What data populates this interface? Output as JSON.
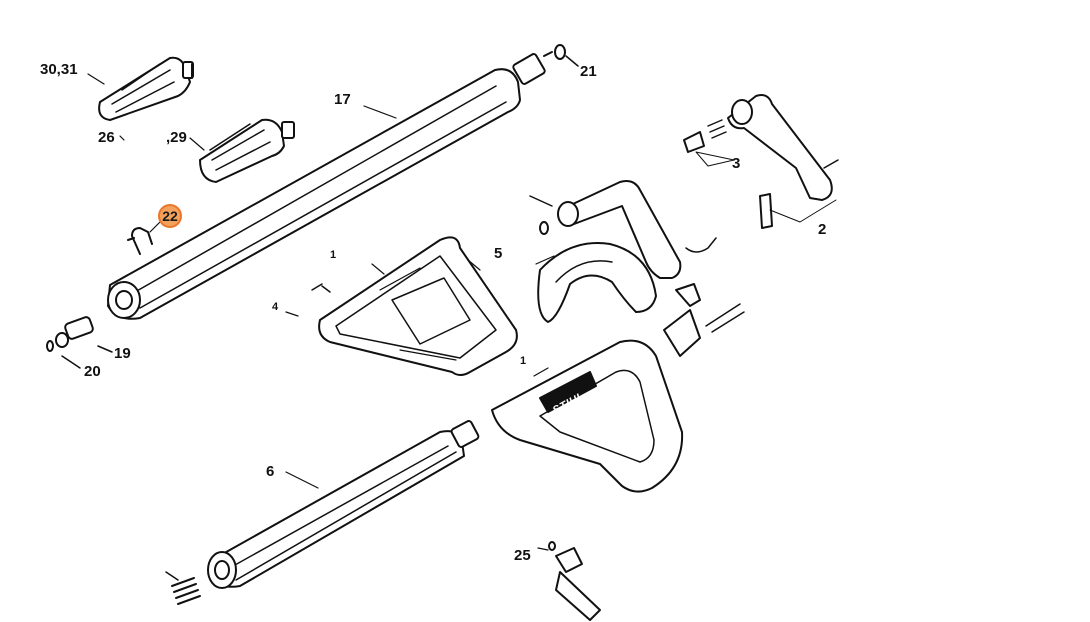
{
  "diagram": {
    "brand_mark": "STIHL",
    "highlight_color": "#e9762b",
    "callouts": {
      "c30_31": "30,31",
      "c26": "26",
      "c29": ",29",
      "c21": "21",
      "c17": "17",
      "c3": "3",
      "c2": "2",
      "c22": "22",
      "c1a": "1",
      "c5": "5",
      "c4": "4",
      "c19": "19",
      "c20": "20",
      "c1b": "1",
      "c6": "6",
      "c25": "25"
    },
    "selected_part": "22"
  }
}
